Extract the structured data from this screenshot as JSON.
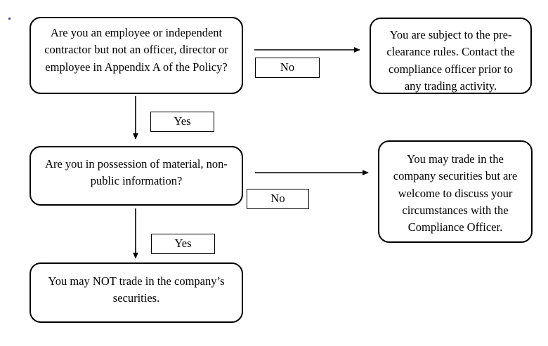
{
  "document": {
    "title": "Insider Trading Pre-Clearance Decision Flowchart",
    "background_color": "#ffffff",
    "line_color": "#000000"
  },
  "nodes": [
    {
      "id": "q-employee-or-contractor",
      "role": "decision",
      "text": "Are you an employee or independent contractor but not an officer, director or employee in Appendix A of the Policy?"
    },
    {
      "id": "outcome-preclearance",
      "role": "outcome",
      "text": "You are subject to the pre-clearance rules.  Contact the compliance officer prior to any trading activity."
    },
    {
      "id": "q-material-nonpublic",
      "role": "decision",
      "text": "Are you in possession of material, non-public information?"
    },
    {
      "id": "outcome-may-trade",
      "role": "outcome",
      "text": "You may trade in the company securities but are welcome to discuss your circumstances with the Compliance Officer."
    },
    {
      "id": "outcome-may-not-trade",
      "role": "outcome",
      "text": "You may NOT trade in the company’s securities."
    }
  ],
  "edge_labels": [
    {
      "id": "no-1",
      "text": "No"
    },
    {
      "id": "yes-1",
      "text": "Yes"
    },
    {
      "id": "no-2",
      "text": "No"
    },
    {
      "id": "yes-2",
      "text": "Yes"
    }
  ]
}
